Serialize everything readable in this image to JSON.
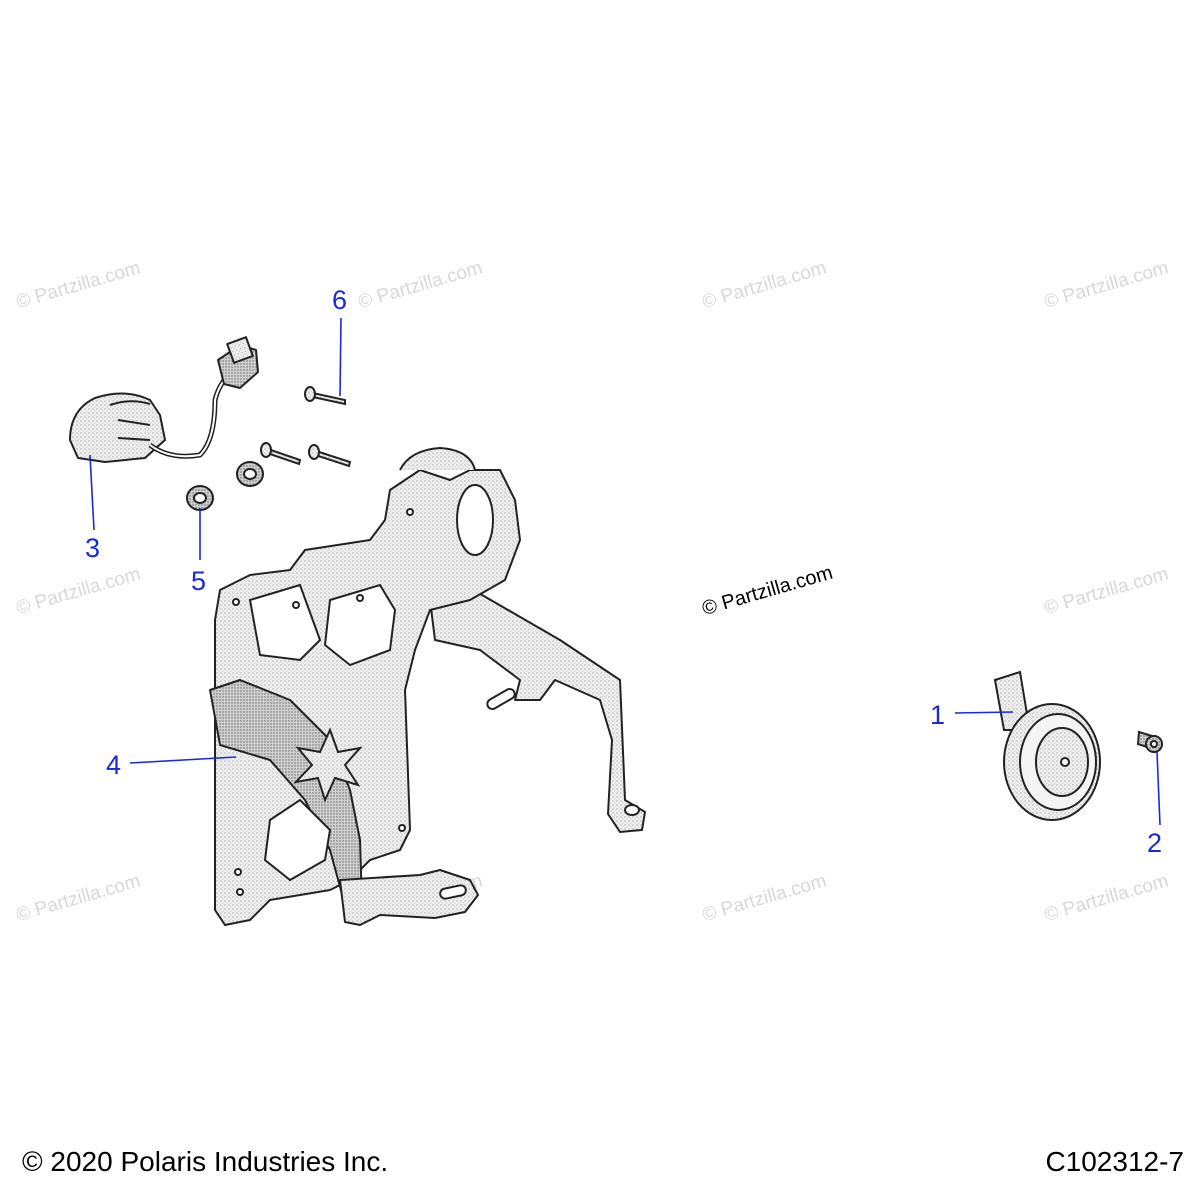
{
  "watermark": {
    "text": "© Partzilla.com",
    "main_text": "© Partzilla.com"
  },
  "callouts": [
    {
      "number": "1"
    },
    {
      "number": "2"
    },
    {
      "number": "3"
    },
    {
      "number": "4"
    },
    {
      "number": "5"
    },
    {
      "number": "6"
    }
  ],
  "footer": {
    "copyright": "© 2020 Polaris Industries Inc.",
    "diagram_code": "C102312-7"
  },
  "colors": {
    "callout": "#1a2ad6",
    "watermark": "#d8d8d8",
    "line_art": "#222222"
  }
}
